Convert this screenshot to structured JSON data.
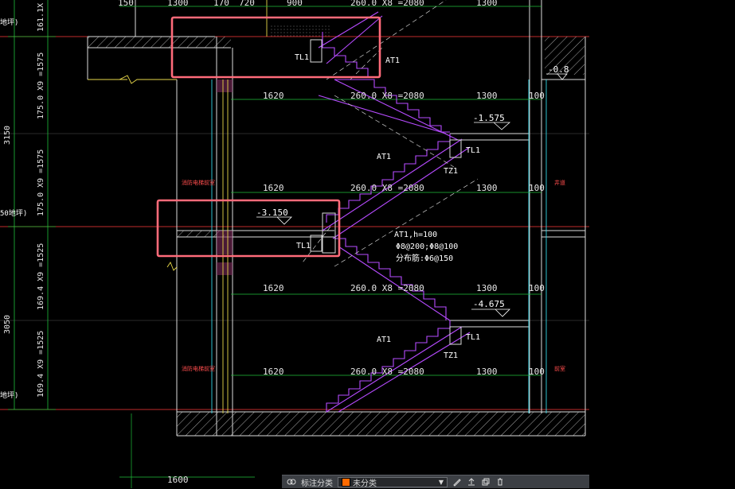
{
  "dims": {
    "top_row": [
      "150",
      "1300",
      "170",
      "720",
      "900",
      "260.0 X8 =2080",
      "1300"
    ],
    "row1": [
      "1620",
      "260.0 X8 =2080",
      "1300",
      "100"
    ],
    "row2": [
      "1620",
      "260.0 X8 =2080",
      "1300",
      "100"
    ],
    "row3": [
      "1620",
      "260.0 X8 =2080",
      "1300",
      "100"
    ],
    "row4": [
      "1620",
      "260.0 X8 =2080",
      "1300",
      "100"
    ],
    "bottom": "1600"
  },
  "left_vertical": [
    "161.1X",
    "175.0 X9 =1575",
    "175.0 X9 =1575",
    "169.4 X9 =1525",
    "169.4 X9 =1525"
  ],
  "left_side": [
    "3150",
    "3050"
  ],
  "left_notes": [
    "地坪)",
    "50地坪)",
    "地坪)"
  ],
  "elevations": [
    "-1.575",
    "-3.150",
    "-4.675",
    "-0.8"
  ],
  "labels": {
    "tl1": "TL1",
    "at1": "AT1",
    "tz1": "TZ1",
    "at1_h": "AT1,h=100",
    "rebar1": "Φ8@200;Φ8@100",
    "rebar2": "分布筋:Φ6@150",
    "room_left": "消防电梯前室",
    "room_right_1": "前室",
    "room_right_2": "井道"
  },
  "toolbar": {
    "label": "标注分类",
    "selected": "未分类"
  },
  "colors": {
    "highlight": "#ff6b7a",
    "stair": "#b64bff",
    "wall": "#dcdcdc",
    "axis": "#ff3a3a",
    "dim": "#1fbf3a",
    "yellow": "#e8d84a",
    "cyan": "#33d6e6"
  }
}
